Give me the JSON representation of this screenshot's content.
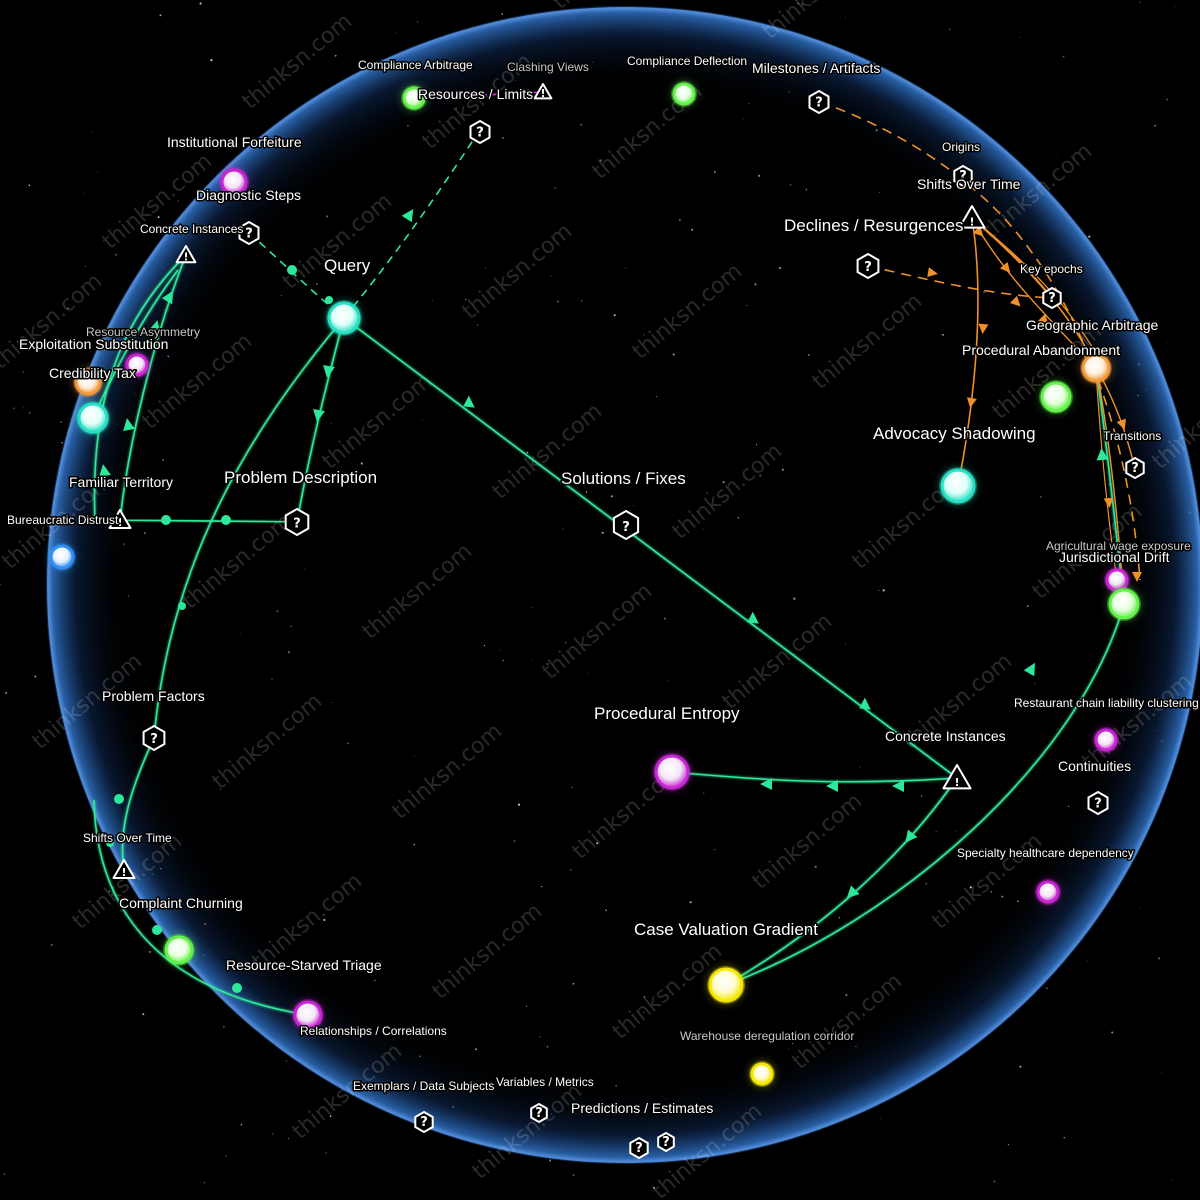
{
  "watermark": "thinksn.com",
  "colors": {
    "background": "#000000",
    "sphere_edge": "#3a7fd0",
    "edge_green": "#2ee89a",
    "edge_orange": "#f0902a",
    "edge_magenta": "#d020d0",
    "node_green": "#63f24a",
    "node_cyan": "#25e0c2",
    "node_magenta": "#c726d2",
    "node_orange": "#f39a3a",
    "node_yellow": "#f5e800",
    "node_blue": "#2f8ff2"
  },
  "labels": {
    "compliance_arbitrage": "Compliance Arbitrage",
    "clashing_views": "Clashing Views",
    "compliance_deflection": "Compliance Deflection",
    "milestones_artifacts": "Milestones / Artifacts",
    "resources_limits": "Resources / Limits",
    "institutional_forfeiture": "Institutional Forfeiture",
    "diagnostic_steps": "Diagnostic Steps",
    "concrete_instances_top": "Concrete Instances",
    "query": "Query",
    "origins": "Origins",
    "shifts_over_time_top": "Shifts Over Time",
    "declines_resurgences": "Declines / Resurgences",
    "key_epochs": "Key epochs",
    "geographic_arbitrage": "Geographic Arbitrage",
    "procedural_abandonment": "Procedural Abandonment",
    "resource_asymmetry": "Resource Asymmetry",
    "exploitation_substitution": "Exploitation Substitution",
    "credibility_tax": "Credibility Tax",
    "advocacy_shadowing": "Advocacy Shadowing",
    "transitions": "Transitions",
    "familiar_territory": "Familiar Territory",
    "problem_description": "Problem Description",
    "solutions_fixes": "Solutions / Fixes",
    "bureaucratic_distrust": "Bureaucratic Distrust",
    "agricultural_wage_exposure": "Agricultural wage exposure",
    "jurisdictional_drift": "Jurisdictional Drift",
    "problem_factors": "Problem Factors",
    "procedural_entropy": "Procedural Entropy",
    "restaurant_chain": "Restaurant chain liability clustering",
    "concrete_instances_main": "Concrete Instances",
    "continuities": "Continuities",
    "shifts_over_time_left": "Shifts Over Time",
    "specialty_healthcare": "Specialty healthcare dependency",
    "complaint_churning": "Complaint Churning",
    "case_valuation_gradient": "Case Valuation Gradient",
    "resource_starved_triage": "Resource-Starved Triage",
    "relationships_correlations": "Relationships / Correlations",
    "warehouse_deregulation": "Warehouse deregulation corridor",
    "exemplars_data_subjects": "Exemplars / Data Subjects",
    "variables_metrics": "Variables / Metrics",
    "predictions_estimates": "Predictions / Estimates"
  }
}
